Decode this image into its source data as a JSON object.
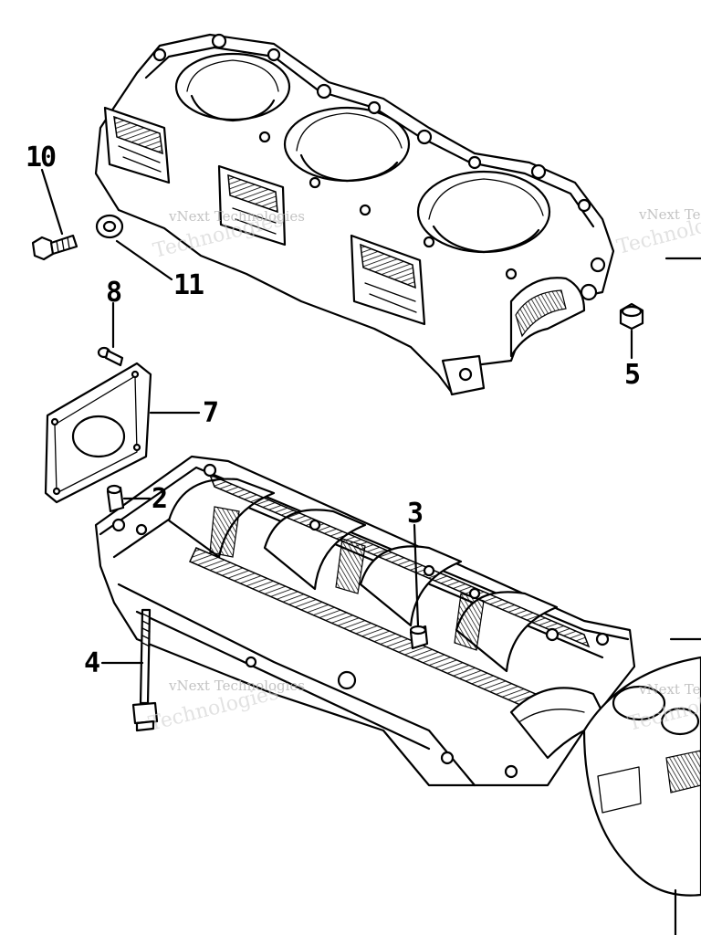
{
  "watermark": {
    "line1": "vNext Technologies",
    "line2": "Technologies"
  },
  "callouts": {
    "c2": "2",
    "c3": "3",
    "c4": "4",
    "c5": "5",
    "c7": "7",
    "c8": "8",
    "c10": "10",
    "c11": "11"
  },
  "colors": {
    "line": "#000000",
    "background": "#ffffff",
    "watermark": "#b0b0b0"
  }
}
